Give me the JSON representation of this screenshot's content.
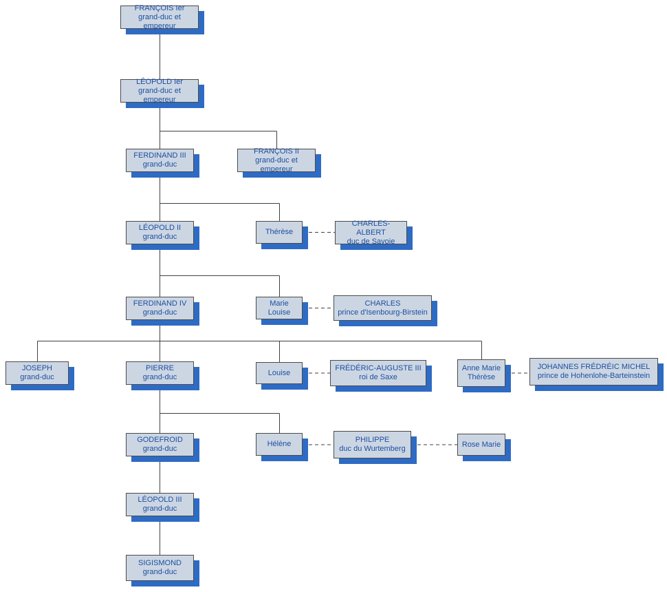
{
  "diagram": {
    "type": "family-tree",
    "language": "fr"
  },
  "colors": {
    "box_fill": "#ccd6e3",
    "box_border": "#4a4a4a",
    "box_shadow": "#2e6bc4",
    "text": "#1c4fa1",
    "line": "#404040",
    "background": "#ffffff"
  },
  "nodes": [
    {
      "name": "FRANÇOIS Ier",
      "subtitle": "grand-duc et empereur"
    },
    {
      "name": "LÉOPOLD Ier",
      "subtitle": "grand-duc et empereur"
    },
    {
      "name": "FERDINAND III",
      "subtitle": "grand-duc"
    },
    {
      "name": "FRANÇOIS II",
      "subtitle": "grand-duc et empereur"
    },
    {
      "name": "LÉOPOLD II",
      "subtitle": "grand-duc"
    },
    {
      "name": "Thérèse"
    },
    {
      "name": "CHARLES-ALBERT",
      "subtitle": "duc de Savoie"
    },
    {
      "name": "FERDINAND IV",
      "subtitle": "grand-duc"
    },
    {
      "name": "Marie Louise"
    },
    {
      "name": "CHARLES",
      "subtitle": "prince d'Isenbourg-Birstein"
    },
    {
      "name": "JOSEPH",
      "subtitle": "grand-duc"
    },
    {
      "name": "PIERRE",
      "subtitle": "grand-duc"
    },
    {
      "name": "Louise"
    },
    {
      "name": "FRÉDÉRIC-AUGUSTE III",
      "subtitle": "roi de Saxe"
    },
    {
      "name": "Anne Marie Thérèse"
    },
    {
      "name": "JOHANNES FRÉDRÉIC MICHEL",
      "subtitle": "prince de Hohenlohe-Barteinstein"
    },
    {
      "name": "GODEFROID",
      "subtitle": "grand-duc"
    },
    {
      "name": "Hélène"
    },
    {
      "name": "PHILIPPE",
      "subtitle": "duc du Wurtemberg"
    },
    {
      "name": "Rose Marie"
    },
    {
      "name": "LÉOPOLD III",
      "subtitle": "grand-duc"
    },
    {
      "name": "SIGISMOND",
      "subtitle": "grand-duc"
    }
  ]
}
